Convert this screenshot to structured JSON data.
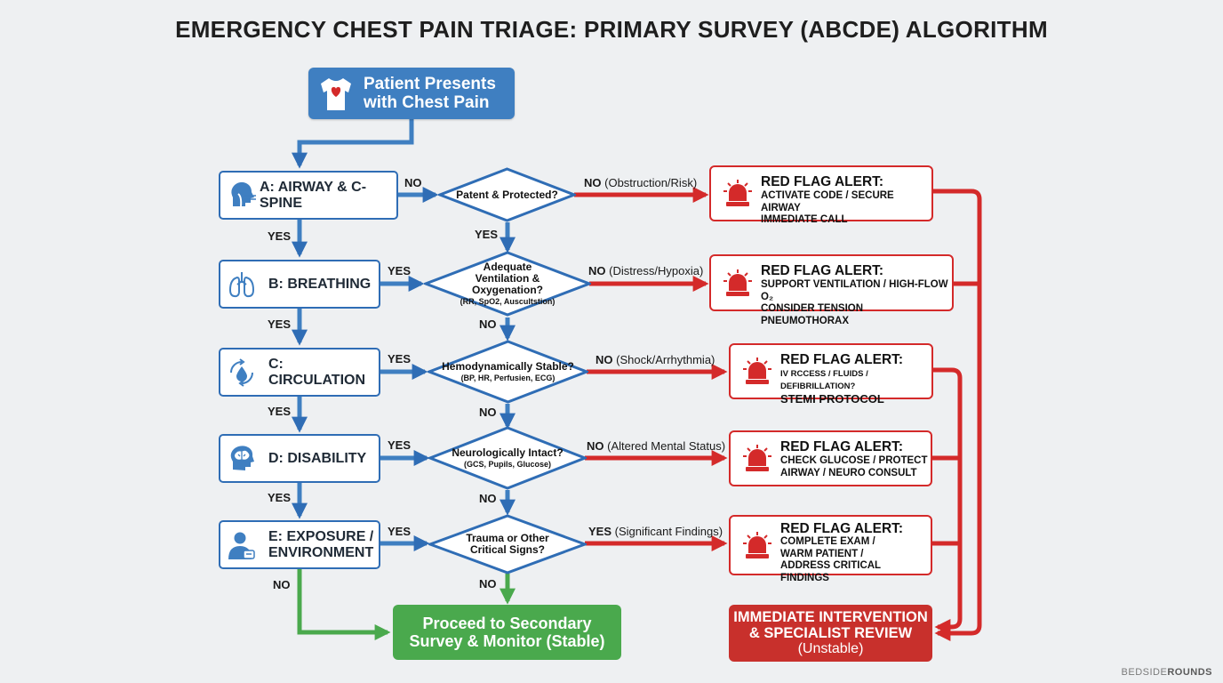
{
  "title": "EMERGENCY CHEST PAIN TRIAGE: PRIMARY SURVEY (ABCDE) ALGORITHM",
  "start": {
    "line1": "Patient Presents",
    "line2": "with Chest Pain",
    "icon": "torso-heart-icon"
  },
  "steps": [
    {
      "label_line1": "A: AIRWAY & C-SPINE",
      "label_line2": "",
      "icon": "head-airway-icon"
    },
    {
      "label_line1": "B: BREATHING",
      "label_line2": "",
      "icon": "lungs-icon"
    },
    {
      "label_line1": "C: CIRCULATION",
      "label_line2": "",
      "icon": "circulation-drop-icon"
    },
    {
      "label_line1": "D: DISABILITY",
      "label_line2": "",
      "icon": "brain-icon"
    },
    {
      "label_line1": "E: EXPOSURE /",
      "label_line2": "ENVIRONMENT",
      "icon": "person-exposure-icon"
    }
  ],
  "decisions": [
    {
      "question": "Patent & Protected?",
      "detail": ""
    },
    {
      "question": "Adequate Ventilation & Oxygenation?",
      "detail": "(RR, SpO2, Auscultstion)"
    },
    {
      "question": "Hemodynamically Stable?",
      "detail": "(BP, HR, Perfusien, ECG)"
    },
    {
      "question": "Neurologically Intact?",
      "detail": "(GCS, Pupils, Glucose)"
    },
    {
      "question": "Trauma or Other Critical Signs?",
      "detail": ""
    }
  ],
  "step_to_decision_labels": [
    "NO",
    "YES",
    "YES",
    "YES",
    "YES"
  ],
  "step_down_labels": [
    "YES",
    "YES",
    "YES",
    "YES"
  ],
  "decision_down_labels": [
    "YES",
    "NO",
    "NO",
    "NO",
    "NO"
  ],
  "e_exit_label": "NO",
  "branch_labels": [
    {
      "answer": "NO",
      "condition": "(Obstruction/Risk)"
    },
    {
      "answer": "NO",
      "condition": "(Distress/Hypoxia)"
    },
    {
      "answer": "NO",
      "condition": "(Shock/Arrhythmia)"
    },
    {
      "answer": "NO",
      "condition": "(Altered Mental Status)"
    },
    {
      "answer": "YES",
      "condition": "(Significant Findings)"
    }
  ],
  "alerts": [
    {
      "title": "RED FLAG ALERT:",
      "lines": [
        "ACTIVATE CODE / SECURE AIRWAY",
        "IMMEDIATE CALL"
      ],
      "icon": "siren-icon"
    },
    {
      "title": "RED FLAG ALERT:",
      "lines": [
        "SUPPORT VENTILATION / HIGH-FLOW O₂",
        "CONSIDER TENSION PNEUMOTHORAX"
      ],
      "icon": "siren-icon"
    },
    {
      "title": "RED FLAG ALERT:",
      "lines": [
        "IV RCCESS / FLUIDS / DEFIBRILLATION?",
        "STEMI PROTOCOL"
      ],
      "icon": "siren-icon"
    },
    {
      "title": "RED FLAG ALERT:",
      "lines": [
        "CHECK GLUCOSE / PROTECT",
        "AIRWAY / NEURO CONSULT"
      ],
      "icon": "siren-icon"
    },
    {
      "title": "RED FLAG ALERT:",
      "lines": [
        "COMPLETE EXAM /",
        "WARM PATIENT /",
        "ADDRESS CRITICAL FINDINGS"
      ],
      "icon": "siren-icon"
    }
  ],
  "outcome_stable": {
    "line1": "Proceed to Secondary",
    "line2": "Survey & Monitor (Stable)"
  },
  "outcome_unstable": {
    "line1": "IMMEDIATE INTERVENTION",
    "line2": "& SPECIALIST REVIEW",
    "line3": "(Unstable)"
  },
  "brand": {
    "part1": "BEDSIDE",
    "part2": "ROUNDS"
  },
  "colors": {
    "blue": "#3f7fc1",
    "step_border": "#2f6db5",
    "red": "#d42a2a",
    "green": "#4aa94d",
    "unstable": "#c8302c"
  }
}
